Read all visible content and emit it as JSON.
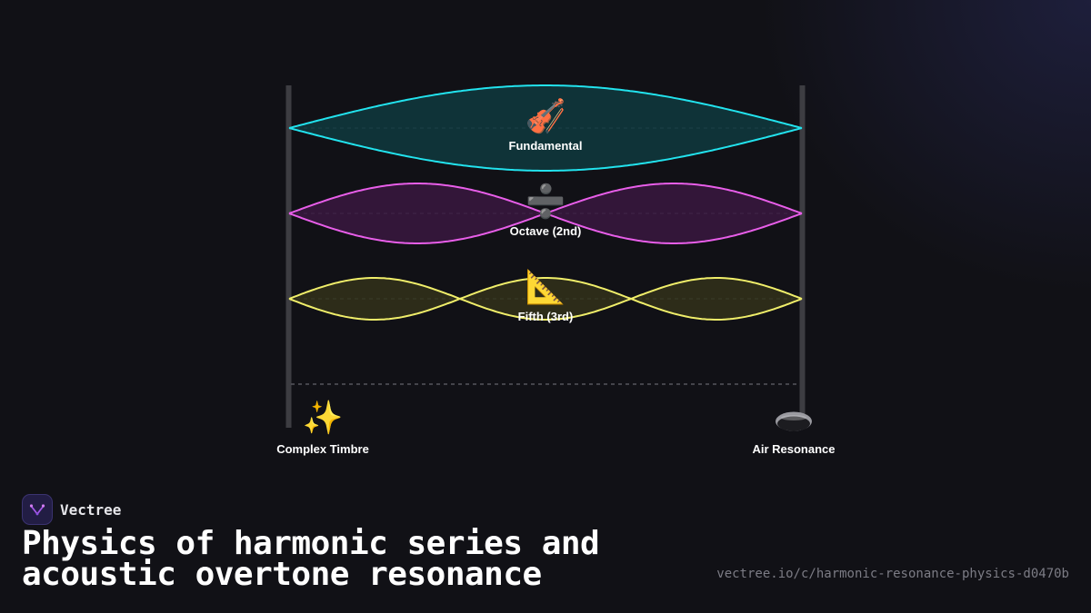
{
  "diagram": {
    "harmonics": [
      {
        "label": "Fundamental",
        "icon": "violin-icon",
        "emoji": "🎻",
        "color": "#22e3ee",
        "fill": "#0f3a3e",
        "segments": 1
      },
      {
        "label": "Octave (2nd)",
        "icon": "divide-icon",
        "emoji": "➗",
        "color": "#e85ee9",
        "fill": "#3a1740",
        "segments": 2
      },
      {
        "label": "Fifth (3rd)",
        "icon": "triangular-ruler-icon",
        "emoji": "📐",
        "color": "#f0ee6a",
        "fill": "#33311a",
        "segments": 3
      }
    ],
    "complex_timbre": {
      "label": "Complex Timbre",
      "icon": "sparkles-icon",
      "emoji": "✨"
    },
    "air_resonance": {
      "label": "Air Resonance",
      "icon": "sound-hole-icon"
    },
    "colors": {
      "posts": "#3d3d42",
      "axis_dash": "#55555d"
    }
  },
  "brand": {
    "name": "Vectree",
    "logo_icon": "vectree-logo-icon"
  },
  "title": "Physics of harmonic series and acoustic overtone resonance",
  "url": "vectree.io/c/harmonic-resonance-physics-d0470b"
}
